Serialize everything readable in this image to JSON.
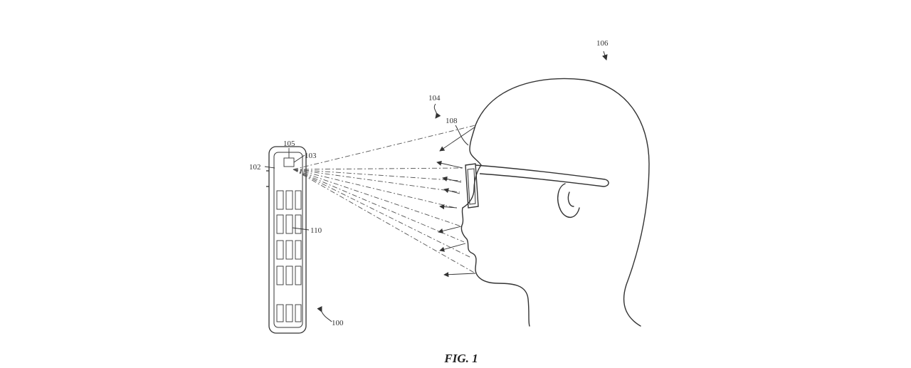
{
  "figure": {
    "caption": "FIG. 1",
    "labels": {
      "device": "100",
      "screen": "102",
      "camera_module": "103",
      "rays": "104",
      "sensor": "105",
      "user": "106",
      "reflections": "108",
      "apps": "110"
    }
  }
}
